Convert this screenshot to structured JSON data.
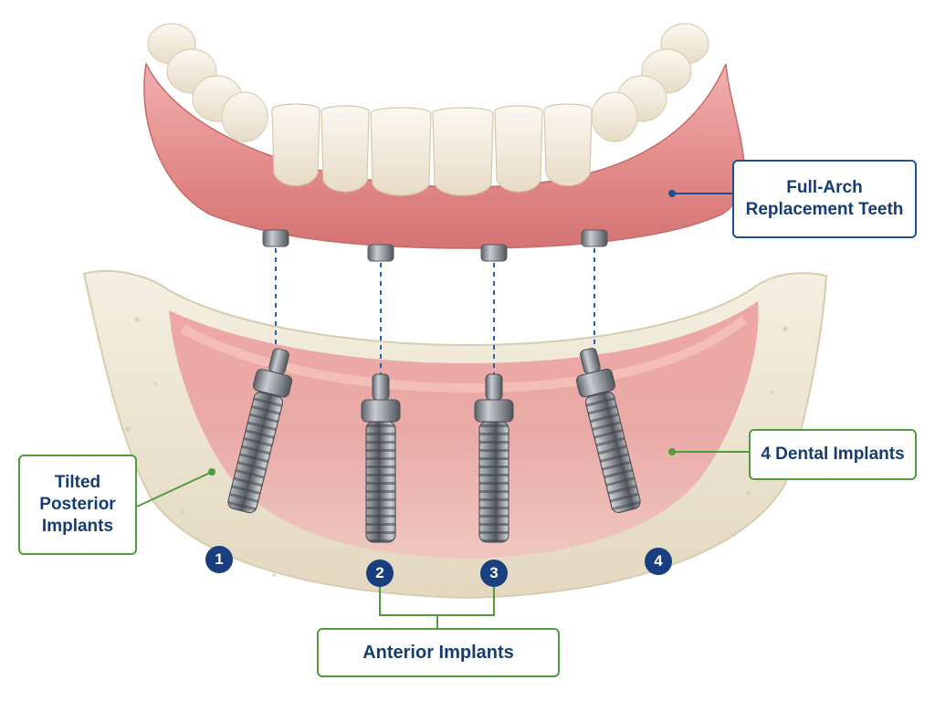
{
  "labels": {
    "full_arch_line1": "Full-Arch",
    "full_arch_line2": "Replacement Teeth",
    "dental_implants": "4 Dental Implants",
    "tilted_line1": "Tilted",
    "tilted_line2": "Posterior",
    "tilted_line3": "Implants",
    "anterior": "Anterior Implants"
  },
  "badges": [
    "1",
    "2",
    "3",
    "4"
  ],
  "colors": {
    "badge": "#1a3f80",
    "callout_blue": "#1d4f91",
    "callout_green": "#4f9d3a",
    "gum": "#e69a9a",
    "tooth": "#f6f0e4",
    "bone": "#ede6d2",
    "implant": "#8d9298"
  }
}
